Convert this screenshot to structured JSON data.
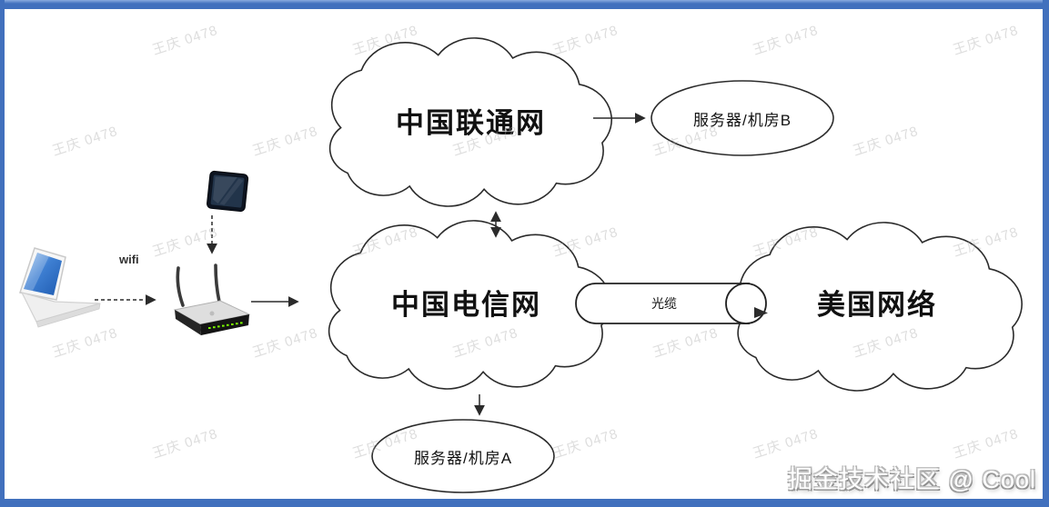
{
  "frame": {
    "color": "#4170bd"
  },
  "watermark": {
    "text": "王庆 0478"
  },
  "diagram": {
    "clouds": {
      "unicom": "中国联通网",
      "telecom": "中国电信网",
      "usa": "美国网络"
    },
    "ellipses": {
      "server_b": "服务器/机房B",
      "server_a": "服务器/机房A"
    },
    "cylinder": {
      "label": "光缆"
    },
    "labels": {
      "wifi": "wifi"
    },
    "icons": [
      "laptop-icon",
      "tablet-icon",
      "wireless-router-icon"
    ]
  },
  "credit": {
    "text": "掘金技术社区 @ Cool"
  }
}
